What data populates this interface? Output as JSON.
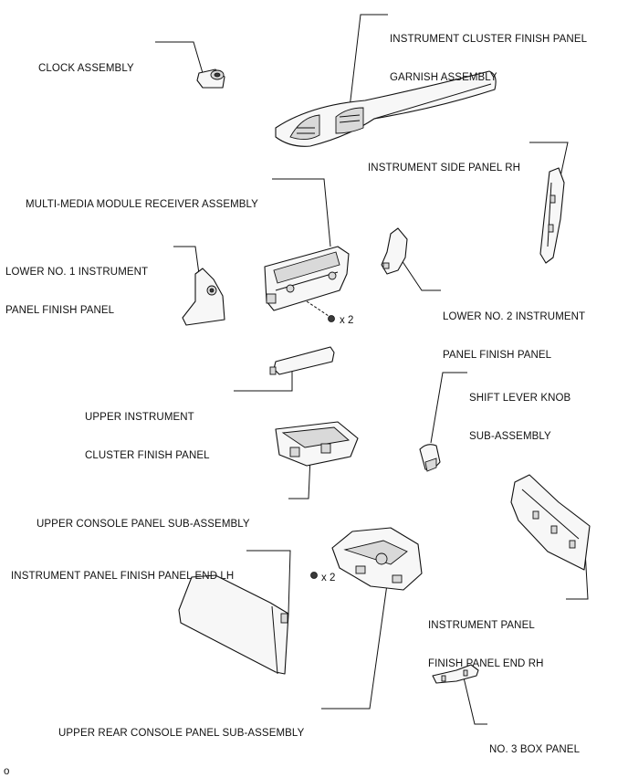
{
  "labels": {
    "cluster_garnish": [
      "INSTRUMENT CLUSTER FINISH PANEL",
      "GARNISH ASSEMBLY"
    ],
    "clock": [
      "CLOCK ASSEMBLY"
    ],
    "side_panel_rh": [
      "INSTRUMENT SIDE PANEL RH"
    ],
    "multimedia": [
      "MULTI-MEDIA MODULE RECEIVER ASSEMBLY"
    ],
    "lower_no1": [
      "LOWER NO. 1 INSTRUMENT",
      "PANEL FINISH PANEL"
    ],
    "lower_no2": [
      "LOWER NO. 2 INSTRUMENT",
      "PANEL FINISH PANEL"
    ],
    "upper_cluster": [
      "UPPER INSTRUMENT",
      "CLUSTER FINISH PANEL"
    ],
    "shift_knob": [
      "SHIFT LEVER KNOB",
      "SUB-ASSEMBLY"
    ],
    "upper_console": [
      "UPPER CONSOLE PANEL SUB-ASSEMBLY"
    ],
    "end_lh": [
      "INSTRUMENT PANEL FINISH PANEL END LH"
    ],
    "end_rh": [
      "INSTRUMENT PANEL",
      "FINISH PANEL END RH"
    ],
    "upper_rear_console": [
      "UPPER REAR CONSOLE PANEL SUB-ASSEMBLY"
    ],
    "box_panel_3": [
      "NO. 3 BOX PANEL"
    ]
  },
  "quantities": {
    "multimedia_screws": "x 2",
    "rear_console_screws": "x 2"
  },
  "corner_mark": "o"
}
